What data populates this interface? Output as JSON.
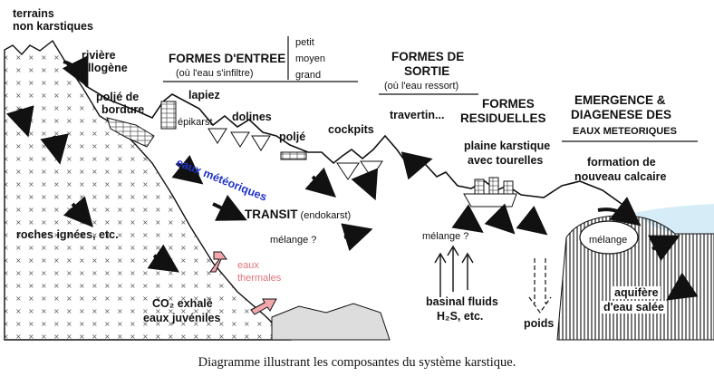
{
  "labels": {
    "terrains": "terrains",
    "non_karstiques": "non karstiques",
    "riviere": "rivière",
    "allogene": "allogène",
    "formes_entree": "FORMES D'ENTREE",
    "ou_infiltre": "(où l'eau s'infiltre)",
    "petit": "petit",
    "moyen": "moyen",
    "grand": "grand",
    "formes_de": "FORMES DE",
    "sortie": "SORTIE",
    "ou_ressort": "(où l'eau ressort)",
    "polje_de": "poljé de",
    "bordure": "bordure",
    "lapiez": "lapiez",
    "epikarst": "épikarst",
    "dolines": "dolines",
    "polje": "poljé",
    "cockpits": "cockpits",
    "travertin": "travertin...",
    "formes": "FORMES",
    "residuelles": "RESIDUELLES",
    "emergence": "EMERGENCE &",
    "diagenese": "DIAGENESE DES",
    "eaux_meteoriques_title": "EAUX METEORIQUES",
    "plaine_karstique": "plaine karstique",
    "avec_tourelles": "avec tourelles",
    "formation_de": "formation de",
    "nouveau_calcaire": "nouveau calcaire",
    "eaux_meteoriques": "eaux météoriques",
    "transit": "TRANSIT",
    "endokarst": " (endokarst)",
    "roches_ignees": "roches ignées, etc.",
    "melange_q1": "mélange ?",
    "melange_q2": "mélange ?",
    "melange": "mélange",
    "eaux": "eaux",
    "thermales": "thermales",
    "co2_exhale": "CO₂ exhalé",
    "eaux_juveniles": "eaux juvéniles",
    "basinal_fluids": "basinal fluids",
    "h2s_etc": "H₂S, etc.",
    "poids": "poids",
    "aquifere": "aquifère",
    "eau_salee": "d'eau salée"
  },
  "caption": "Diagramme illustrant les composantes du système karstique.",
  "colors": {
    "ink": "#111111",
    "blue_label": "#1f33c9",
    "pink_label": "#e0737b",
    "pink_arrow": "#f2a7ad",
    "sea": "#d6ecf6"
  }
}
